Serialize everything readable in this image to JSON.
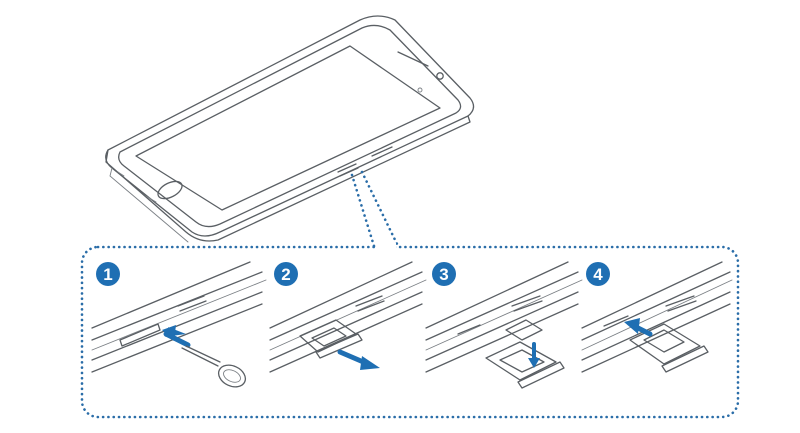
{
  "colors": {
    "accent_blue": "#1f6fb3",
    "dotted_frame": "#2a6da8",
    "outline": "#5a5f64",
    "screen_fill": "#f3f4f5",
    "tray_fill": "#6b7075",
    "sim_fill": "#c9cdd1"
  },
  "steps": [
    {
      "number": "1",
      "action": "insert-ejection-pin"
    },
    {
      "number": "2",
      "action": "pull-out-tray"
    },
    {
      "number": "3",
      "action": "place-sim-card"
    },
    {
      "number": "4",
      "action": "insert-tray"
    }
  ],
  "icons": {
    "phone": "phone-illustration",
    "pin": "ejection-pin-icon",
    "tray": "sim-tray-icon",
    "card": "sim-card-icon",
    "arrow": "direction-arrow-icon"
  }
}
